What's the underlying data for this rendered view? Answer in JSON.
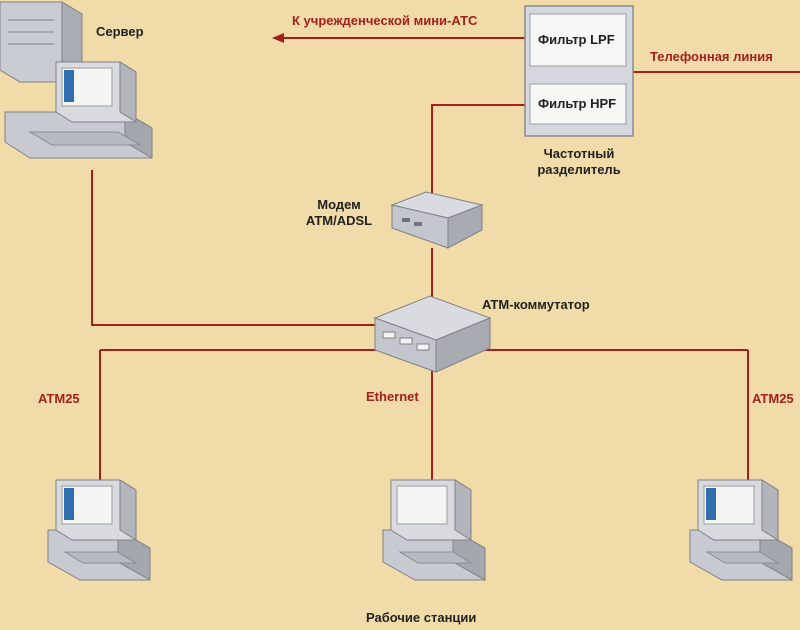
{
  "labels": {
    "server": "Сервер",
    "pbx_arrow": "К учрежденческой мини-АТС",
    "filter_lpf": "Фильтр LPF",
    "filter_hpf": "Фильтр HPF",
    "phone_line": "Телефонная линия",
    "splitter_line1": "Частотный",
    "splitter_line2": "разделитель",
    "modem_line1": "Модем",
    "modem_line2": "ATM/ADSL",
    "atm_switch": "ATM-коммутатор",
    "atm25_left": "ATM25",
    "ethernet": "Ethernet",
    "atm25_right": "ATM25",
    "workstations": "Рабочие станции"
  },
  "colors": {
    "background": "#f1dba8",
    "link_line": "#a4201c",
    "device_body": "#d6d8dd",
    "screen": "#2f6fb0"
  }
}
